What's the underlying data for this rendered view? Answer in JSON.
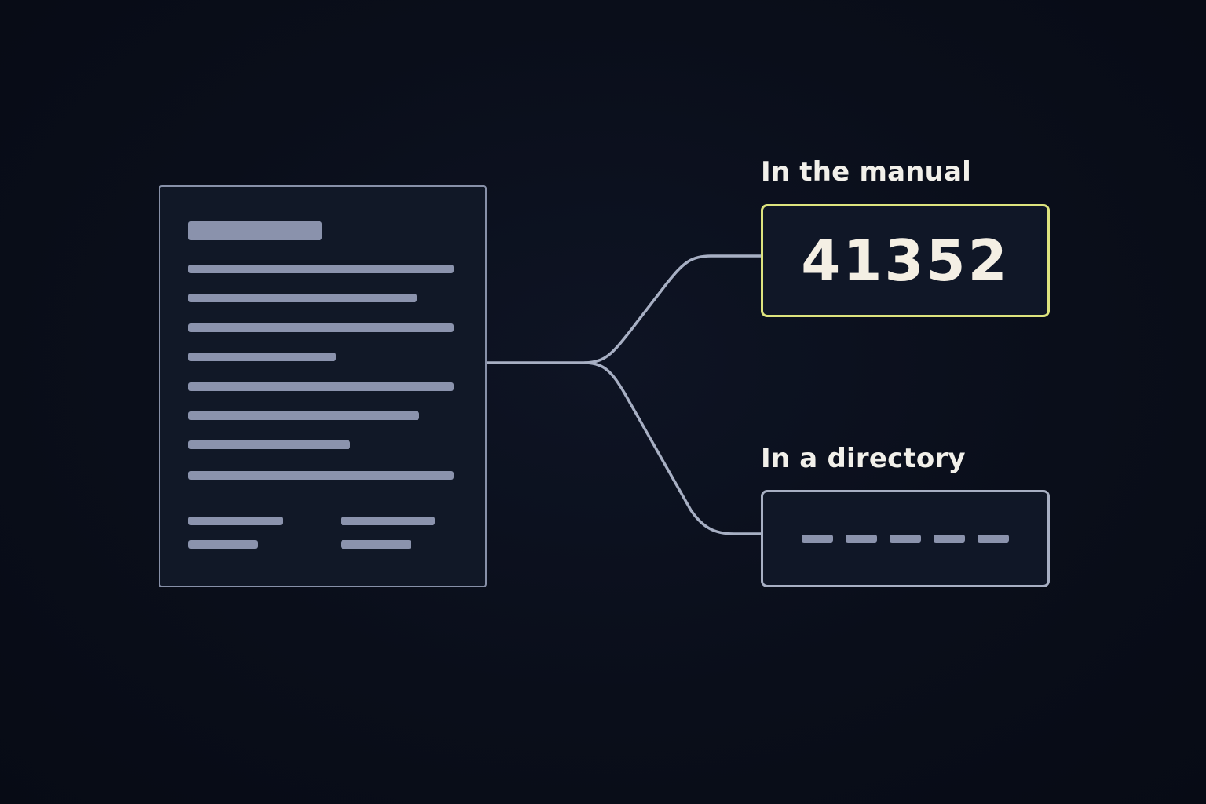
{
  "labels": {
    "manual": "In the manual",
    "directory": "In a directory"
  },
  "manual_box": {
    "value": "41352"
  },
  "directory_box": {
    "placeholder_segments": 5
  },
  "colors": {
    "background": "#0a0f1c",
    "line": "#a7afc3",
    "highlight_border": "#dde37e",
    "text": "#f2f0ea"
  },
  "icons": {
    "document": "document-icon"
  }
}
